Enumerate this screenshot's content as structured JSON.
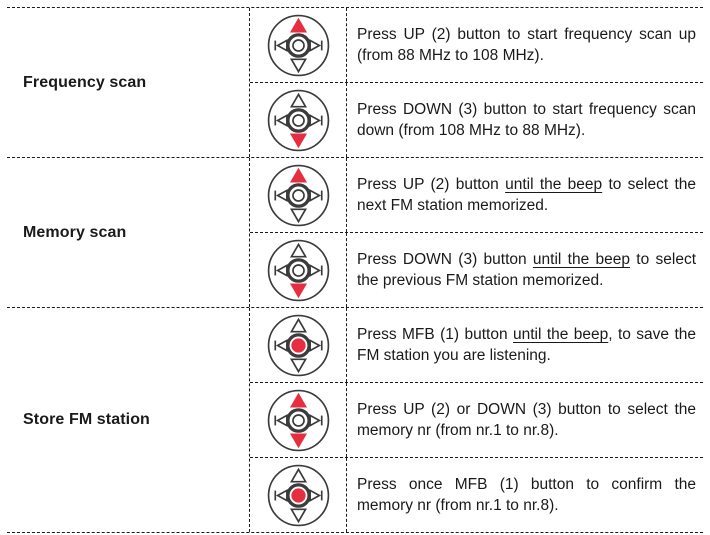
{
  "colors": {
    "accent_red": "#e62e40",
    "line": "#1b1b1b",
    "icon_stroke": "#3b3b3b",
    "text": "#1a1a1a"
  },
  "table": {
    "sections": [
      {
        "label": "Frequency scan",
        "rows": [
          {
            "icon": "dpad-up-red-icon",
            "active": [
              "up"
            ],
            "text": "Press UP (2) button to start frequency scan up (from 88 MHz to 108 MHz).",
            "underline": ""
          },
          {
            "icon": "dpad-down-red-icon",
            "active": [
              "down"
            ],
            "text": "Press DOWN (3) button to start frequency scan down (from 108 MHz to 88 MHz).",
            "underline": ""
          }
        ]
      },
      {
        "label": "Memory scan",
        "rows": [
          {
            "icon": "dpad-up-red-icon",
            "active": [
              "up"
            ],
            "text": "Press UP (2) button until the beep to select the next FM station memorized.",
            "underline": "until the beep"
          },
          {
            "icon": "dpad-down-red-icon",
            "active": [
              "down"
            ],
            "text": "Press DOWN (3) button until the beep to select the previous FM station memorized.",
            "underline": "until the beep"
          }
        ]
      },
      {
        "label": "Store FM station",
        "rows": [
          {
            "icon": "dpad-mfb-red-icon",
            "active": [
              "center"
            ],
            "text": "Press MFB (1) button until the beep, to save the FM station you are listening.",
            "underline": "until the beep"
          },
          {
            "icon": "dpad-up-down-red-icon",
            "active": [
              "up",
              "down"
            ],
            "text": "Press UP (2) or DOWN (3) button to select the memory nr (from nr.1 to nr.8).",
            "underline": ""
          },
          {
            "icon": "dpad-mfb-red-icon",
            "active": [
              "center"
            ],
            "text": "Press once MFB (1) button to confirm the memory nr (from nr.1 to nr.8).",
            "underline": ""
          }
        ]
      }
    ]
  }
}
